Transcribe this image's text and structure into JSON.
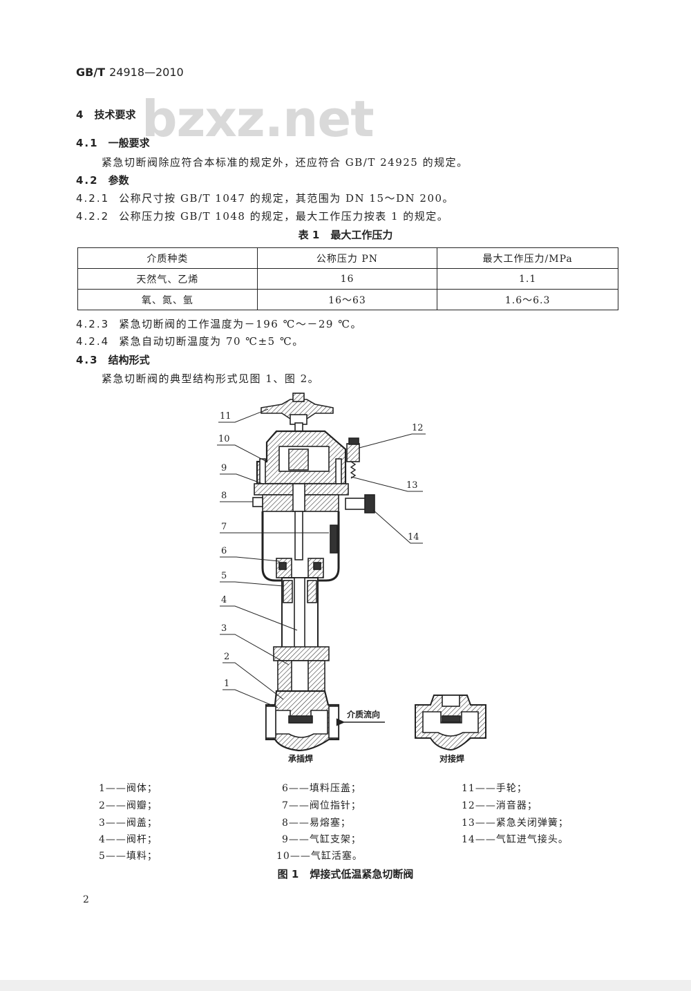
{
  "header": {
    "doc_code_prefix": "GB/T",
    "doc_code_number": "24918—2010"
  },
  "watermark": "bzxz.net",
  "body": {
    "s4": {
      "num": "4",
      "title": "技术要求"
    },
    "s4_1": {
      "num": "4.1",
      "title": "一般要求"
    },
    "p4_1": "紧急切断阀除应符合本标准的规定外，还应符合 GB/T 24925 的规定。",
    "s4_2": {
      "num": "4.2",
      "title": "参数"
    },
    "c4_2_1": {
      "num": "4.2.1",
      "text": "公称尺寸按 GB/T 1047 的规定，其范围为 DN 15～DN 200。"
    },
    "c4_2_2": {
      "num": "4.2.2",
      "text": "公称压力按 GB/T 1048 的规定，最大工作压力按表 1 的规定。"
    },
    "table1": {
      "caption_num": "表 1",
      "caption_title": "最大工作压力",
      "headers": [
        "介质种类",
        "公称压力 PN",
        "最大工作压力/MPa"
      ],
      "rows": [
        [
          "天然气、乙烯",
          "16",
          "1.1"
        ],
        [
          "氧、氮、氩",
          "16～63",
          "1.6～6.3"
        ]
      ]
    },
    "c4_2_3": {
      "num": "4.2.3",
      "text": "紧急切断阀的工作温度为－196 ℃～－29 ℃。"
    },
    "c4_2_4": {
      "num": "4.2.4",
      "text": "紧急自动切断温度为 70 ℃±5 ℃。"
    },
    "s4_3": {
      "num": "4.3",
      "title": "结构形式"
    },
    "p4_3": "紧急切断阀的典型结构形式见图 1、图 2。"
  },
  "figure1": {
    "part_labels": [
      "1",
      "2",
      "3",
      "4",
      "5",
      "6",
      "7",
      "8",
      "9",
      "10",
      "11",
      "12",
      "13",
      "14"
    ],
    "flow_label": "介质流向",
    "view_socket": "承插焊",
    "view_butt": "对接焊",
    "legend": [
      "1——阀体；",
      "2——阀瓣；",
      "3——阀盖；",
      "4——阀杆；",
      "5——填料；",
      "6——填料压盖；",
      "7——阀位指针；",
      "8——易熔塞；",
      "9——气缸支架；",
      "10——气缸活塞。",
      "11——手轮；",
      "12——消音器；",
      "13——紧急关闭弹簧；",
      "14——气缸进气接头。"
    ],
    "caption_num": "图 1",
    "caption_title": "焊接式低温紧急切断阀"
  },
  "page_number": "2"
}
